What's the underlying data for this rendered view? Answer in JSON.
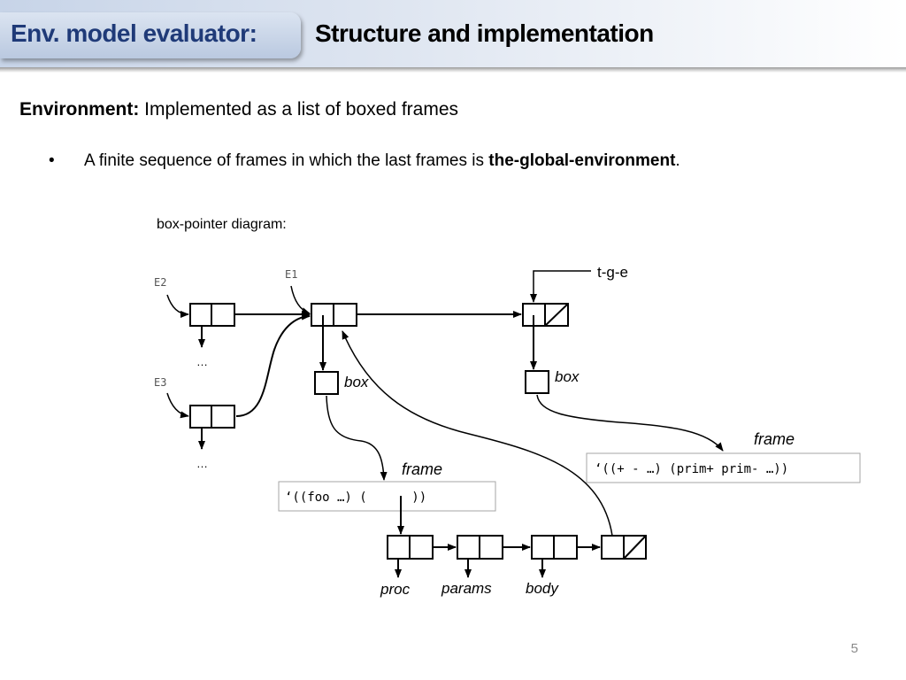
{
  "header": {
    "section_title": "Env. model evaluator:",
    "slide_title": "Structure and implementation"
  },
  "environment": {
    "label": "Environment:",
    "text": " Implemented as a list of boxed frames"
  },
  "bullet": {
    "marker": "•",
    "text_before": "A finite sequence of frames in which the last frames is ",
    "emphasis": "the-global-environment",
    "text_after": "."
  },
  "diagram": {
    "caption": "box-pointer diagram:",
    "labels": {
      "e1": "E1",
      "e2": "E2",
      "e3": "E3",
      "tge": "t-g-e",
      "box_left": "box",
      "box_right": "box",
      "frame_left": "frame",
      "frame_right": "frame",
      "ellipsis_e2": "…",
      "ellipsis_e3": "…",
      "proc": "proc",
      "params": "params",
      "body": "body"
    },
    "frame_left_value": "‘((foo …) (      ))",
    "frame_right_value": "‘((+ - …) (prim+ prim- …))"
  },
  "footer": {
    "page_number": "5"
  }
}
